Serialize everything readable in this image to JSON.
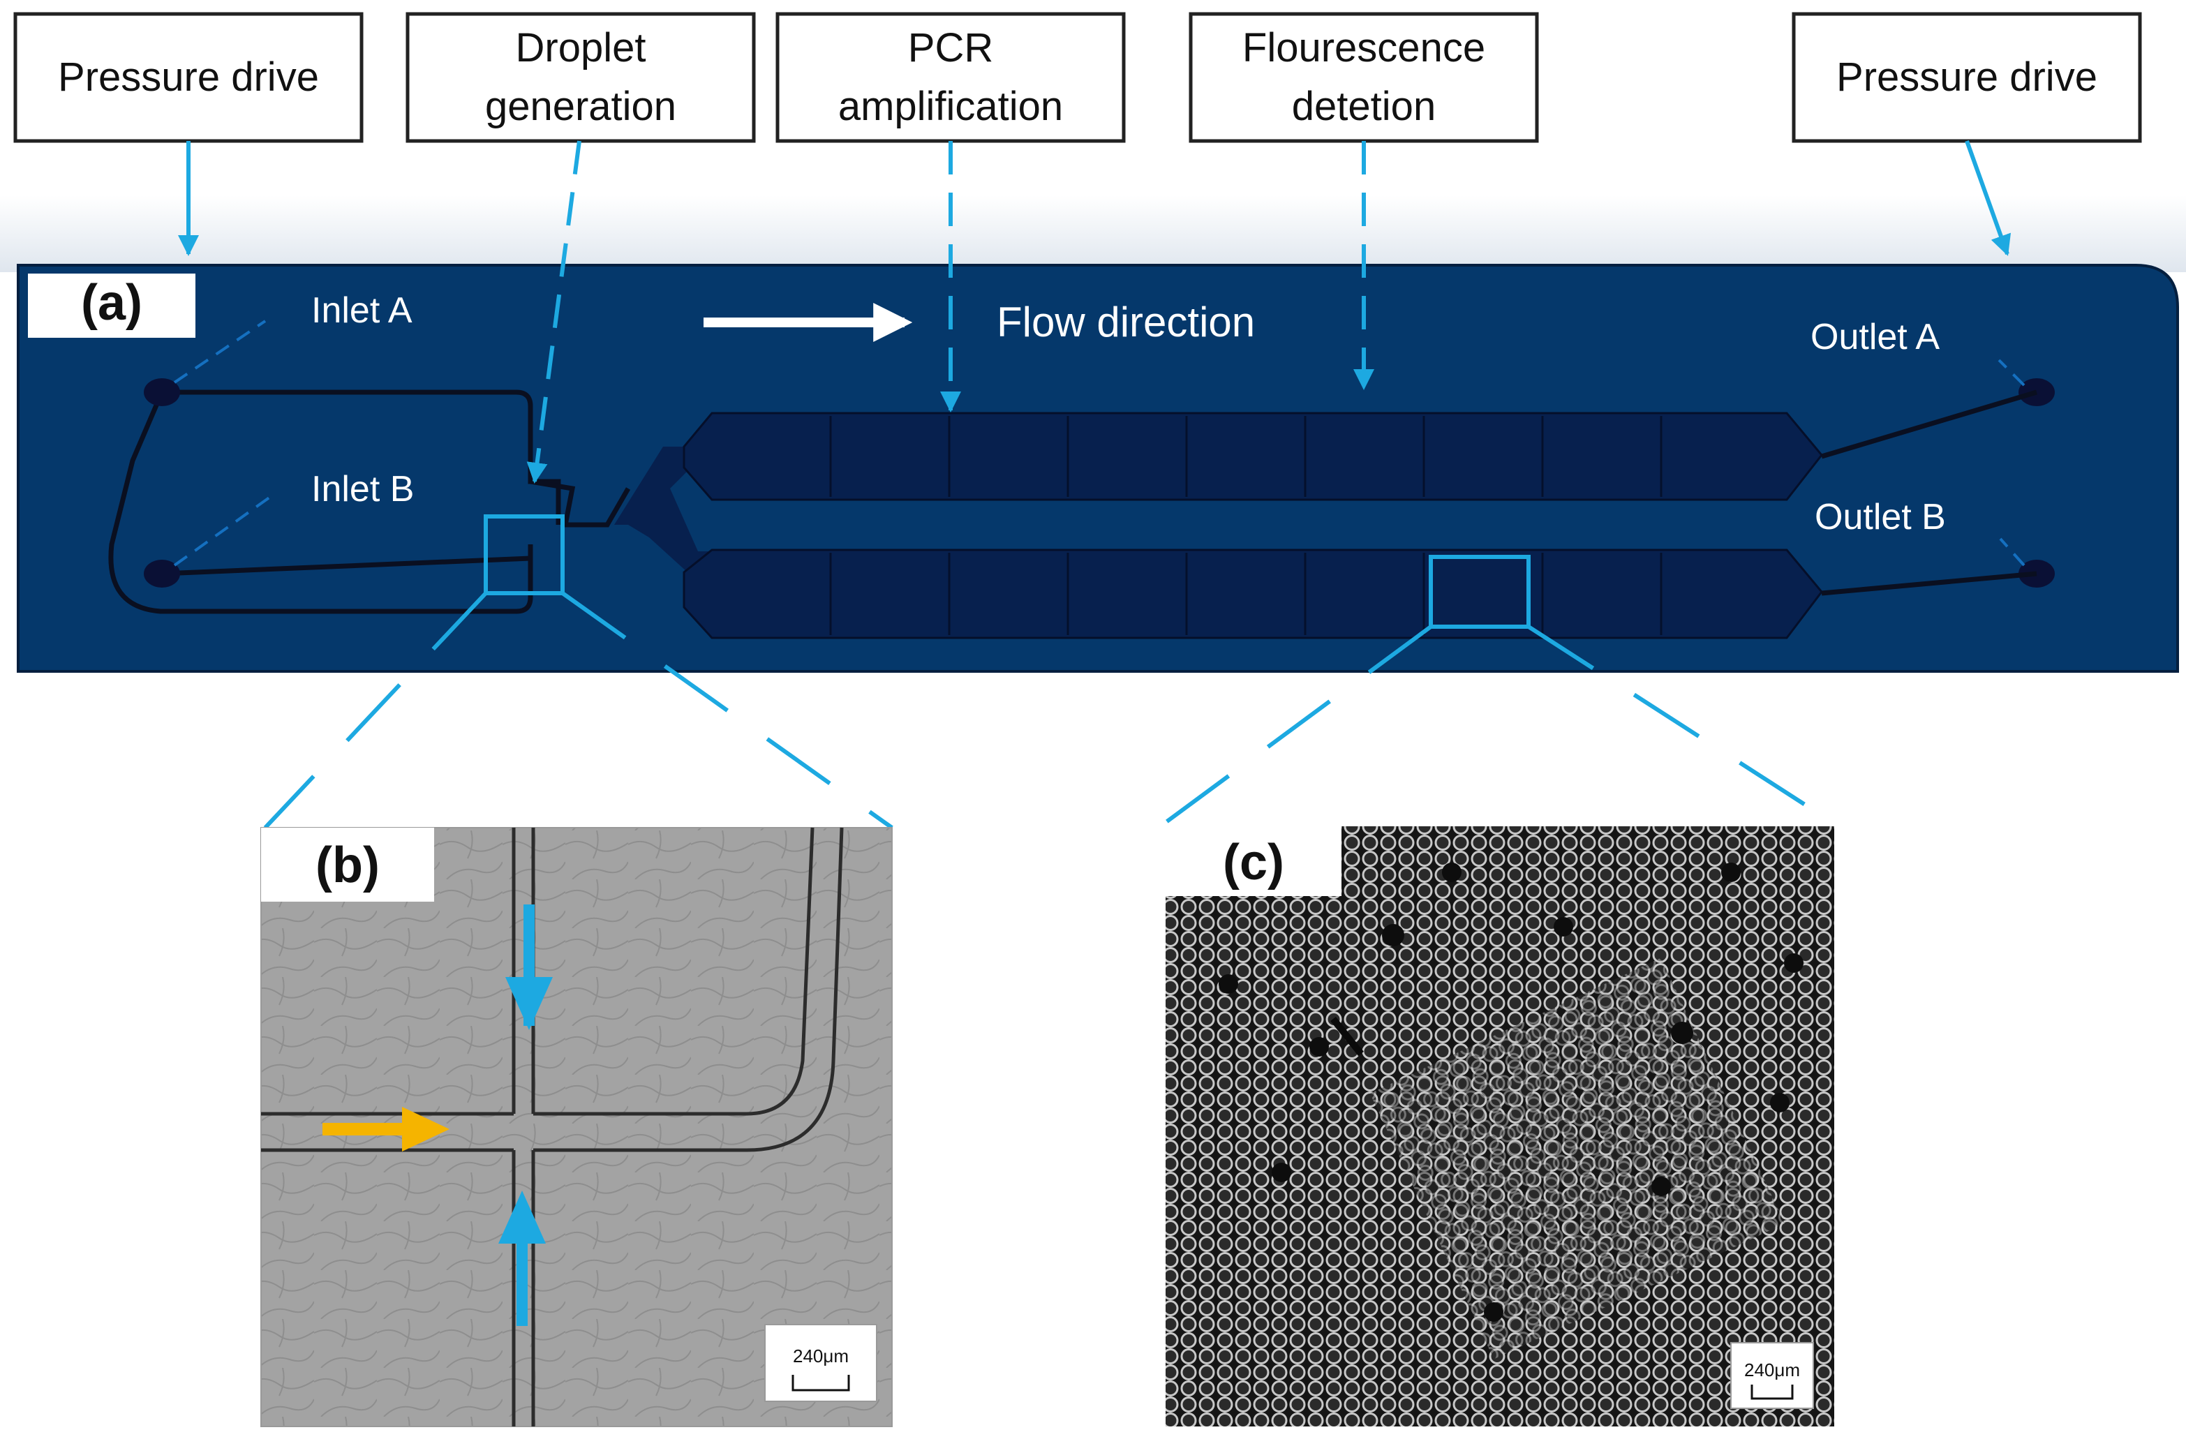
{
  "boxes": {
    "pressure_left": "Pressure drive",
    "droplet_line1": "Droplet",
    "droplet_line2": "generation",
    "pcr_line1": "PCR",
    "pcr_line2": "amplification",
    "fluor_line1": "Flourescence",
    "fluor_line2": "detetion",
    "pressure_right": "Pressure drive"
  },
  "chip": {
    "panel_label": "(a)",
    "inlet_a": "Inlet A",
    "inlet_b": "Inlet B",
    "outlet_a": "Outlet A",
    "outlet_b": "Outlet B",
    "flow_direction": "Flow direction"
  },
  "panel_b": {
    "label": "(b)",
    "scale": "240μm"
  },
  "panel_c": {
    "label": "(c)",
    "scale": "240μm"
  },
  "colors": {
    "chip_fill": "#05386b",
    "channel_fill": "#07204e",
    "accent_cyan": "#1da9e1",
    "arrow_orange": "#f5b400"
  }
}
